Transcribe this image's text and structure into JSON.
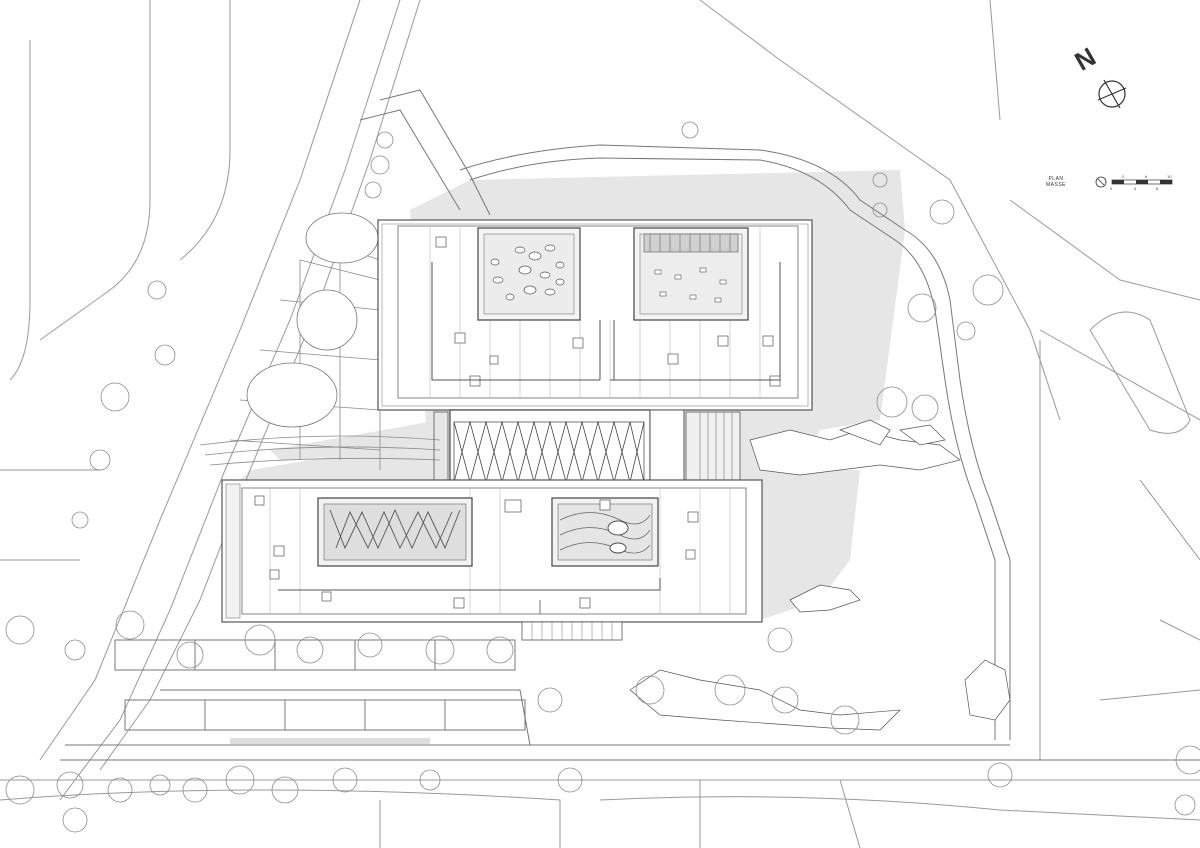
{
  "drawing": {
    "north_label": "N",
    "plan_title_line1": "PLAN",
    "plan_title_line2": "MASSE",
    "scale_ticks_top": [
      "2",
      "6",
      "10"
    ],
    "scale_ticks_bottom": [
      "0",
      "4",
      "8"
    ]
  },
  "colors": {
    "line": "#555555",
    "light_line": "#9a9a9a",
    "shadow": "#e4e4e4",
    "tree": "#8c8c8c"
  }
}
